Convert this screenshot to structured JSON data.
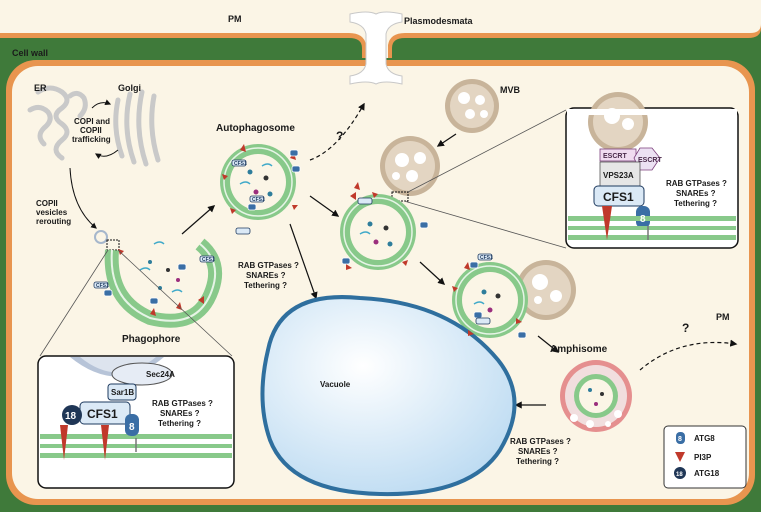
{
  "labels": {
    "pm_top": "PM",
    "plasmodesmata": "Plasmodesmata",
    "cell_wall": "Cell wall",
    "er": "ER",
    "golgi": "Golgi",
    "copi_line1": "COPI and",
    "copi_line2": "COPII",
    "copi_line3": "trafficking",
    "copii_line1": "COPII",
    "copii_line2": "vesicles",
    "copii_line3": "rerouting",
    "autophagosome": "Autophagosome",
    "phagophore": "Phagophore",
    "mvb": "MVB",
    "amphisome": "Amphisome",
    "vacuole": "Vacuole",
    "pm_right": "PM",
    "question": "?"
  },
  "questions": {
    "line1": "RAB GTPases ?",
    "line2": "SNAREs ?",
    "line3": "Tethering ?"
  },
  "inset_left": {
    "sec24a": "Sec24A",
    "sar1b": "Sar1B",
    "cfs1": "CFS1",
    "atg18": "18",
    "atg8": "8"
  },
  "inset_right": {
    "escrt1": "ESCRT",
    "escrt2": "ESCRT",
    "vps23a": "VPS23A",
    "cfs1": "CFS1",
    "atg8": "8"
  },
  "tags": {
    "cfs1": "CFS1",
    "atg8": "8"
  },
  "legend": {
    "atg8": "ATG8",
    "pi3p": "PI3P",
    "atg18": "ATG18",
    "atg8_glyph": "8",
    "atg18_glyph": "18"
  },
  "colors": {
    "cell_wall": "#3f7a3a",
    "pm": "#e8954f",
    "cytoplasm": "#fbf5e6",
    "autophagosome": "#88c98a",
    "mvb": "#c8b49a",
    "vacuole": "#c9e2f5",
    "pi3p": "#c0392b",
    "atg8": "#3a6ea5",
    "atg18": "#1f3656"
  }
}
